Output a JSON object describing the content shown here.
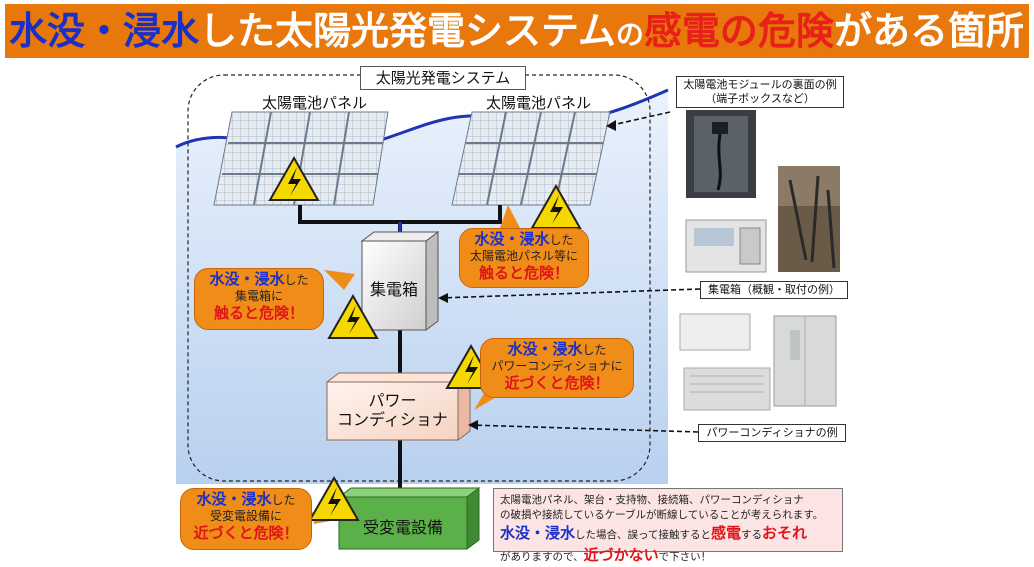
{
  "header": {
    "t1": "水没・浸水",
    "t2": "した",
    "t3": "太陽光発電システム",
    "t4": "の",
    "t5": "感電の危険",
    "t6": "がある箇所"
  },
  "diagram": {
    "system_label": "太陽光発電システム",
    "panel_left_label": "太陽電池パネル",
    "panel_right_label": "太陽電池パネル",
    "junction_box_label": "集電箱",
    "pcs_line1": "パワー",
    "pcs_line2": "コンディショナ",
    "substation_label": "受変電設備"
  },
  "callouts": {
    "panel": {
      "l1": "水没・浸水",
      "l1b": "した",
      "l2": "太陽電池パネル等に",
      "l3": "触ると危険！"
    },
    "junction": {
      "l1": "水没・浸水",
      "l1b": "した",
      "l2": "集電箱に",
      "l3": "触ると危険！"
    },
    "pcs": {
      "l1": "水没・浸水",
      "l1b": "した",
      "l2": "パワーコンディショナに",
      "l3": "近づくと危険！"
    },
    "substation": {
      "l1": "水没・浸水",
      "l1b": "した",
      "l2": "受変電設備に",
      "l3": "近づくと危険！"
    }
  },
  "examples": {
    "module_back": {
      "l1": "太陽電池モジュールの裏面の例",
      "l2": "（端子ボックスなど）"
    },
    "junction": "集電箱（概観・取付の例）",
    "pcs": "パワーコンディショナの例"
  },
  "notice": {
    "line1": "太陽電池パネル、架台・支持物、接続箱、パワーコンディショナ",
    "line2": "の破損や接続しているケーブルが断線していることが考えられます。",
    "p1": "水没・浸水",
    "p2": "した場合、誤って接触すると",
    "p3": "感電",
    "p4": "する",
    "p5": "おそれ",
    "p6": "がありますので、",
    "p7": "近づかない",
    "p8": "で下さい！"
  },
  "colors": {
    "banner": "#e8780c",
    "water": "#cfe0f6",
    "wave": "#1f35b5",
    "callout": "#f08d18",
    "warning": "#f5d800"
  }
}
